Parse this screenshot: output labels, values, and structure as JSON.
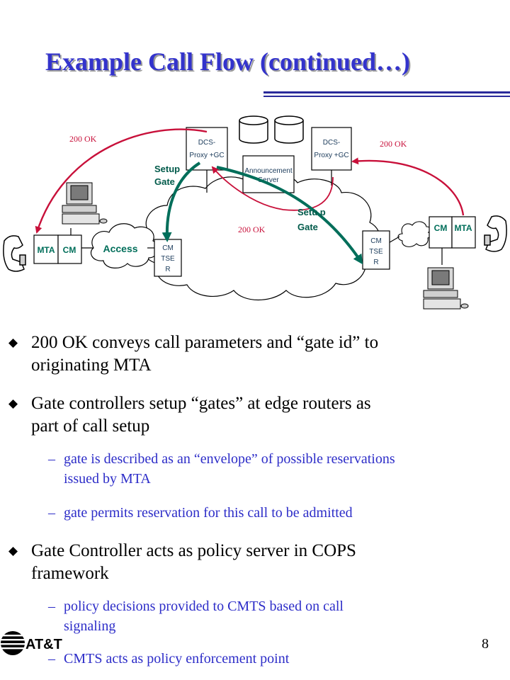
{
  "title": "Example Call Flow (continued…)",
  "diagram": {
    "left_proxy": [
      "DCS-",
      "Proxy +GC"
    ],
    "right_proxy": [
      "DCS-",
      "Proxy +GC"
    ],
    "announcement": [
      "Announcement",
      "Server"
    ],
    "left_cmtser": [
      "CM",
      "TSE",
      "R"
    ],
    "right_cmtser": [
      "CM",
      "TSE",
      "R"
    ],
    "access": "Access",
    "left_mta": "MTA",
    "left_cm": "CM",
    "right_cm": "CM",
    "right_mta": "MTA",
    "ok_left": "200 OK",
    "ok_right": "200 OK",
    "ok_center": "200 OK",
    "setup_gate_left": [
      "Setup",
      "Gate"
    ],
    "setup_gate_right": [
      "Setu p",
      "Gate"
    ]
  },
  "bullets": [
    {
      "text": [
        "200 OK conveys call parameters and “gate id” to",
        "originating MTA"
      ]
    },
    {
      "text": [
        "Gate controllers setup “gates” at edge routers as",
        "part of call setup"
      ],
      "sub": [
        [
          "gate is described as an “envelope” of possible reservations",
          "issued by MTA"
        ],
        [
          "gate permits reservation for this call to be admitted"
        ]
      ]
    },
    {
      "text": [
        "Gate Controller acts as policy server in COPS",
        "framework"
      ],
      "sub": [
        [
          "policy decisions provided to CMTS based on call",
          "signaling"
        ],
        [
          "CMTS acts as policy enforcement point"
        ]
      ]
    }
  ],
  "page_number": "8",
  "logo_text": "AT&T",
  "colors": {
    "title": "#3333cc",
    "sub_bullet": "#2d2dc8",
    "red_arrow": "#c8103a",
    "green_arrow": "#006e5a",
    "red_label": "#c8103a",
    "green_label": "#005a4a"
  }
}
